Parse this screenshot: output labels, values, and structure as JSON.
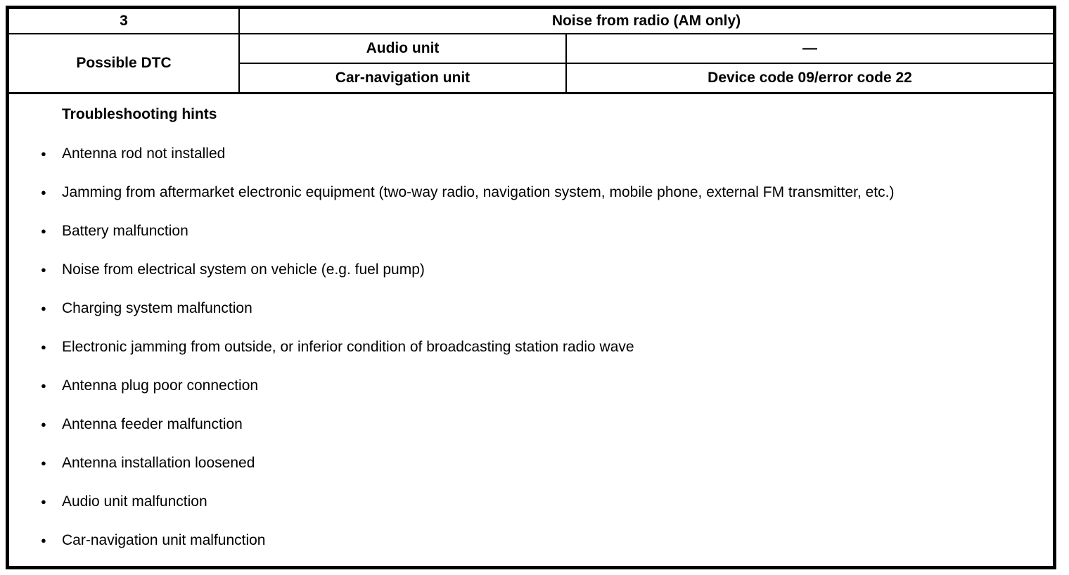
{
  "header": {
    "item_number": "3",
    "symptom": "Noise from radio (AM only)",
    "dtc_label": "Possible DTC",
    "rows": {
      "audio": {
        "unit": "Audio unit",
        "code": "—"
      },
      "nav": {
        "unit": "Car-navigation unit",
        "code": "Device code 09/error code 22"
      }
    }
  },
  "body": {
    "title": "Troubleshooting hints",
    "bullet_glyph": "●",
    "hints": [
      "Antenna rod not installed",
      "Jamming from aftermarket electronic equipment (two-way radio, navigation system, mobile phone, external FM transmitter, etc.)",
      "Battery malfunction",
      "Noise from electrical system on vehicle (e.g. fuel pump)",
      "Charging system malfunction",
      "Electronic jamming from outside, or inferior condition of broadcasting station radio wave",
      "Antenna plug poor connection",
      "Antenna feeder malfunction",
      "Antenna installation loosened",
      "Audio unit malfunction",
      "Car-navigation unit malfunction"
    ]
  },
  "colors": {
    "border": "#000000",
    "text": "#000000",
    "background": "#ffffff"
  }
}
